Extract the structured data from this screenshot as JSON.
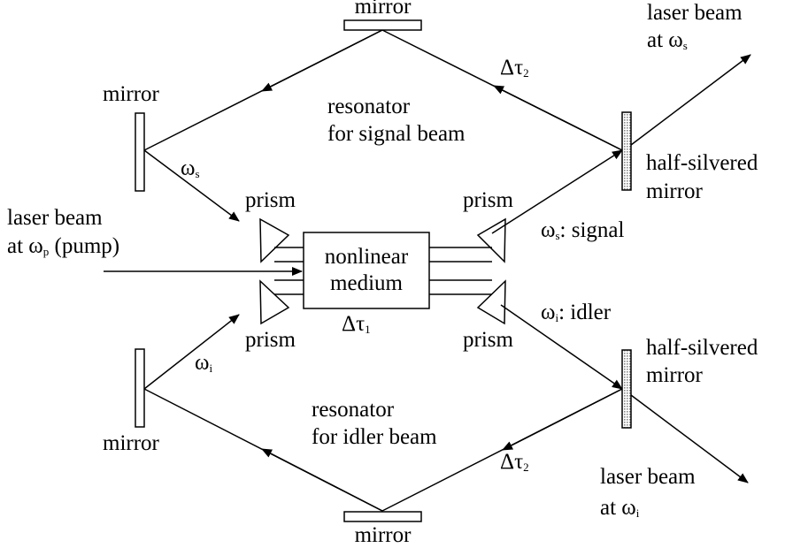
{
  "labels": {
    "mirror": "mirror",
    "prism": "prism",
    "half_silvered": "half-silvered",
    "mirror_word": "mirror",
    "laser_beam": "laser beam",
    "at": "at",
    "omega": "ω",
    "sub_s": "s",
    "sub_p": "p",
    "sub_i": "i",
    "pump": "(pump)",
    "signal": ": signal",
    "idler": ": idler",
    "delta_tau": "Δτ",
    "sub_1": "1",
    "sub_2": "2",
    "resonator": "resonator",
    "for_signal": "for signal beam",
    "for_idler": "for idler beam",
    "nonlinear": "nonlinear",
    "medium": "medium"
  },
  "colors": {
    "line": "#000000",
    "hatch": "#9a9a9a",
    "background": "#ffffff"
  }
}
